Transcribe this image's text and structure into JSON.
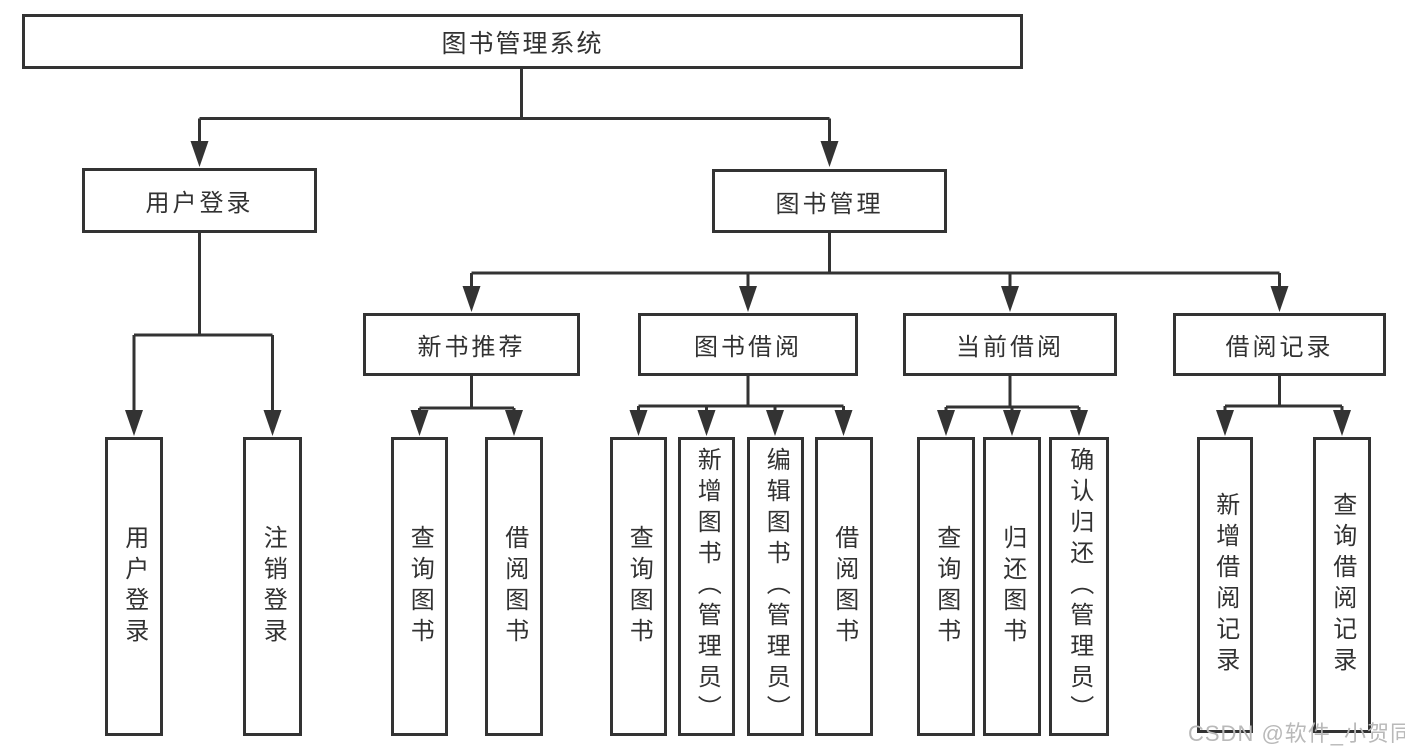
{
  "tree": {
    "root": {
      "label": "图书管理系统",
      "children": [
        {
          "label": "用户登录",
          "children": [
            {
              "label": "用户登录"
            },
            {
              "label": "注销登录"
            }
          ]
        },
        {
          "label": "图书管理",
          "children": [
            {
              "label": "新书推荐",
              "children": [
                {
                  "label": "查询图书"
                },
                {
                  "label": "借阅图书"
                }
              ]
            },
            {
              "label": "图书借阅",
              "children": [
                {
                  "label": "查询图书"
                },
                {
                  "label": "新增图书（管理员）"
                },
                {
                  "label": "编辑图书（管理员）"
                },
                {
                  "label": "借阅图书"
                }
              ]
            },
            {
              "label": "当前借阅",
              "children": [
                {
                  "label": "查询图书"
                },
                {
                  "label": "归还图书"
                },
                {
                  "label": "确认归还（管理员）"
                }
              ]
            },
            {
              "label": "借阅记录",
              "children": [
                {
                  "label": "新增借阅记录"
                },
                {
                  "label": "查询借阅记录"
                }
              ]
            }
          ]
        }
      ]
    }
  },
  "watermark": {
    "text": "CSDN @软件_小贺同学"
  },
  "colors": {
    "line": "#333333",
    "text": "#323232",
    "background": "#ffffff",
    "watermark": "#b9b9b9"
  }
}
